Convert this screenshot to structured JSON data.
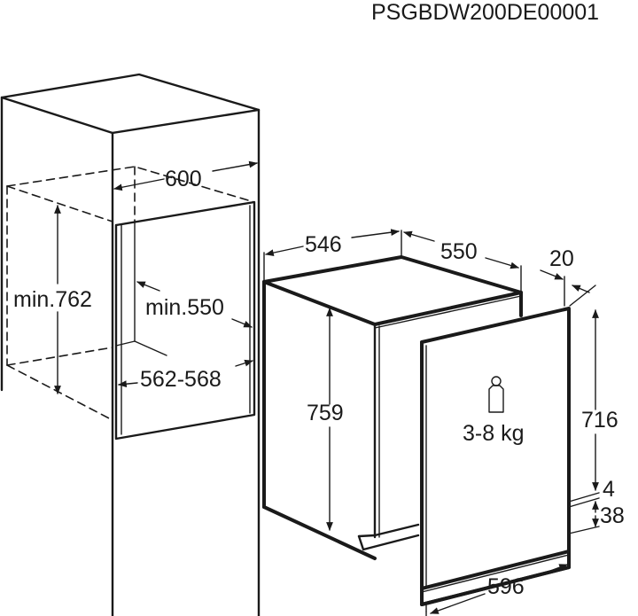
{
  "diagram": {
    "document_code": "PSGBDW200DE00001",
    "cabinet": {
      "width_label": "600",
      "niche_height_label": "min.762",
      "niche_depth_label": "min.550",
      "niche_width_label": "562-568"
    },
    "appliance": {
      "width_label": "546",
      "depth_label": "550",
      "height_label": "759",
      "door_thickness_label": "20",
      "door_height_label": "716",
      "gap_label": "4",
      "plinth_label": "38",
      "door_width_label": "596",
      "door_weight_label": "3-8 kg",
      "weight_icon": "weight-icon"
    }
  }
}
